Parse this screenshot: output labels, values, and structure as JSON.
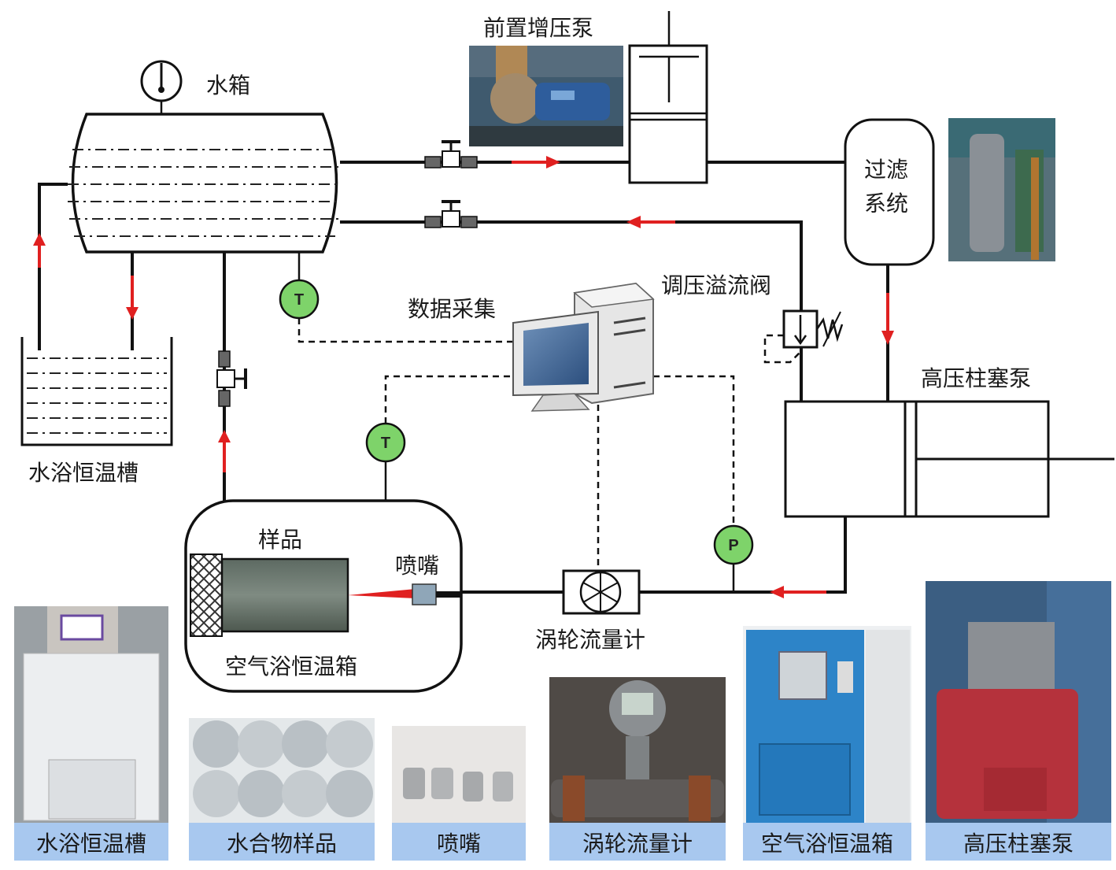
{
  "labels": {
    "booster_pump": "前置增压泵",
    "water_tank": "水箱",
    "filter_line1": "过滤",
    "filter_line2": "系统",
    "relief_valve": "调压溢流阀",
    "data_acq": "数据采集",
    "hp_pump": "高压柱塞泵",
    "water_bath": "水浴恒温槽",
    "sample": "样品",
    "nozzle": "喷嘴",
    "air_bath": "空气浴恒温箱",
    "flowmeter": "涡轮流量计"
  },
  "gauges": {
    "temp_tank": "T",
    "temp_box": "T",
    "pressure": "P"
  },
  "captions": [
    "水浴恒温槽",
    "水合物样品",
    "喷嘴",
    "涡轮流量计",
    "空气浴恒温箱",
    "高压柱塞泵"
  ],
  "colors": {
    "flow_arrow": "#e02020",
    "gauge_fill": "#7ed36a",
    "caption_band": "#a8c8ef"
  },
  "icons": [
    "pressure-dial-icon",
    "valve-icon",
    "computer-icon",
    "turbine-icon",
    "spring-valve-icon"
  ]
}
